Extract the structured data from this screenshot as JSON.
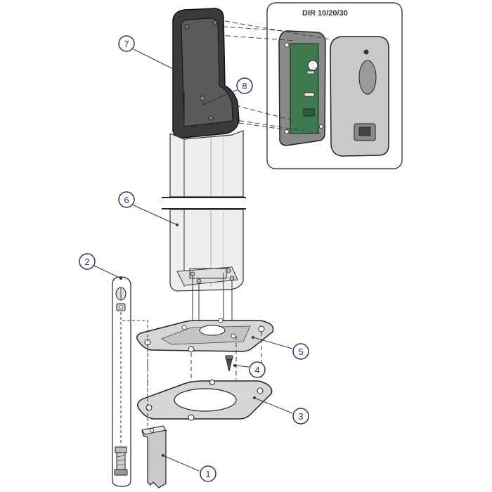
{
  "diagram": {
    "inset_title": "DIR 10/20/30",
    "callouts": [
      "1",
      "2",
      "3",
      "4",
      "5",
      "6",
      "7",
      "8"
    ]
  },
  "colors": {
    "outline": "#222222",
    "callout_ring": "#2a3560",
    "plate_fill": "#d6d6d6",
    "post_fill": "#eeeeee",
    "head_fill": "#3a3a3a",
    "pcb_green": "#3e7a4f",
    "cover_fill": "#c9c9c9"
  }
}
